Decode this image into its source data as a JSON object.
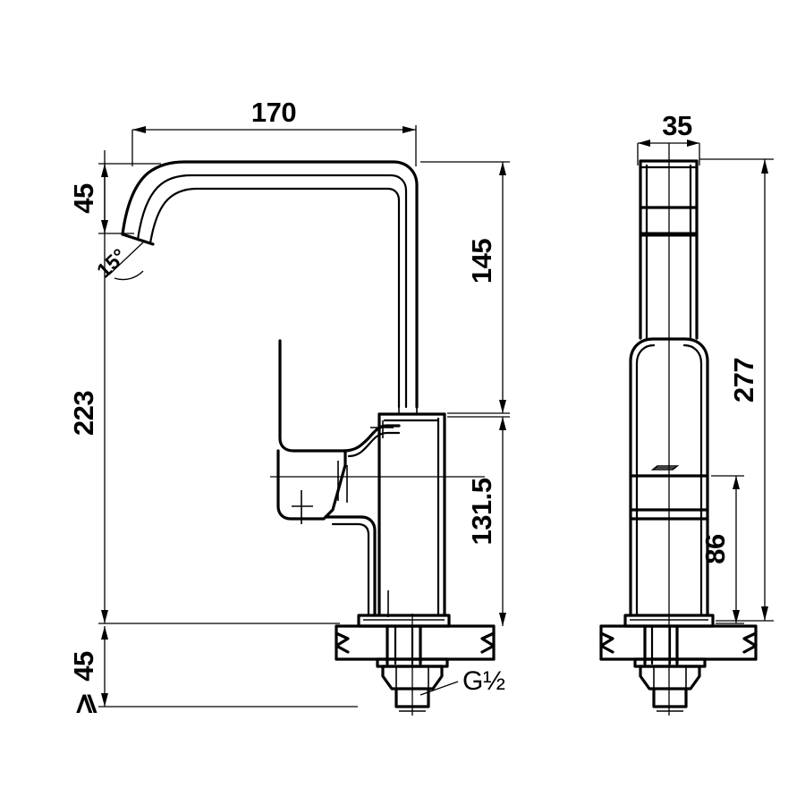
{
  "drawing": {
    "type": "technical-dimension-drawing",
    "subject": "single-lever basin/kitchen mixer tap",
    "units": "mm",
    "views": [
      {
        "name": "front-elevation",
        "position": "left"
      },
      {
        "name": "side-elevation",
        "position": "right"
      }
    ]
  },
  "dimensions": {
    "spout_reach": "170",
    "spout_drop": "45",
    "outlet_angle": "15°",
    "overall_height_front": "223",
    "spout_height": "145",
    "body_height": "131.5",
    "deck_clearance": "⩾45",
    "spout_width_side": "35",
    "overall_height_side": "277",
    "body_height_side": "86",
    "thread_label": "G ½"
  },
  "labels": {
    "d_170": "170",
    "d_45_top": "45",
    "d_15deg": "15°",
    "d_223": "223",
    "d_145": "145",
    "d_131_5": "131.5",
    "d_min45": "45",
    "d_min45_symbol": "⩾",
    "d_35": "35",
    "d_277": "277",
    "d_86": "86",
    "thread_g": "G",
    "thread_size": "½"
  },
  "colors": {
    "line": "#000000",
    "background": "#ffffff"
  }
}
